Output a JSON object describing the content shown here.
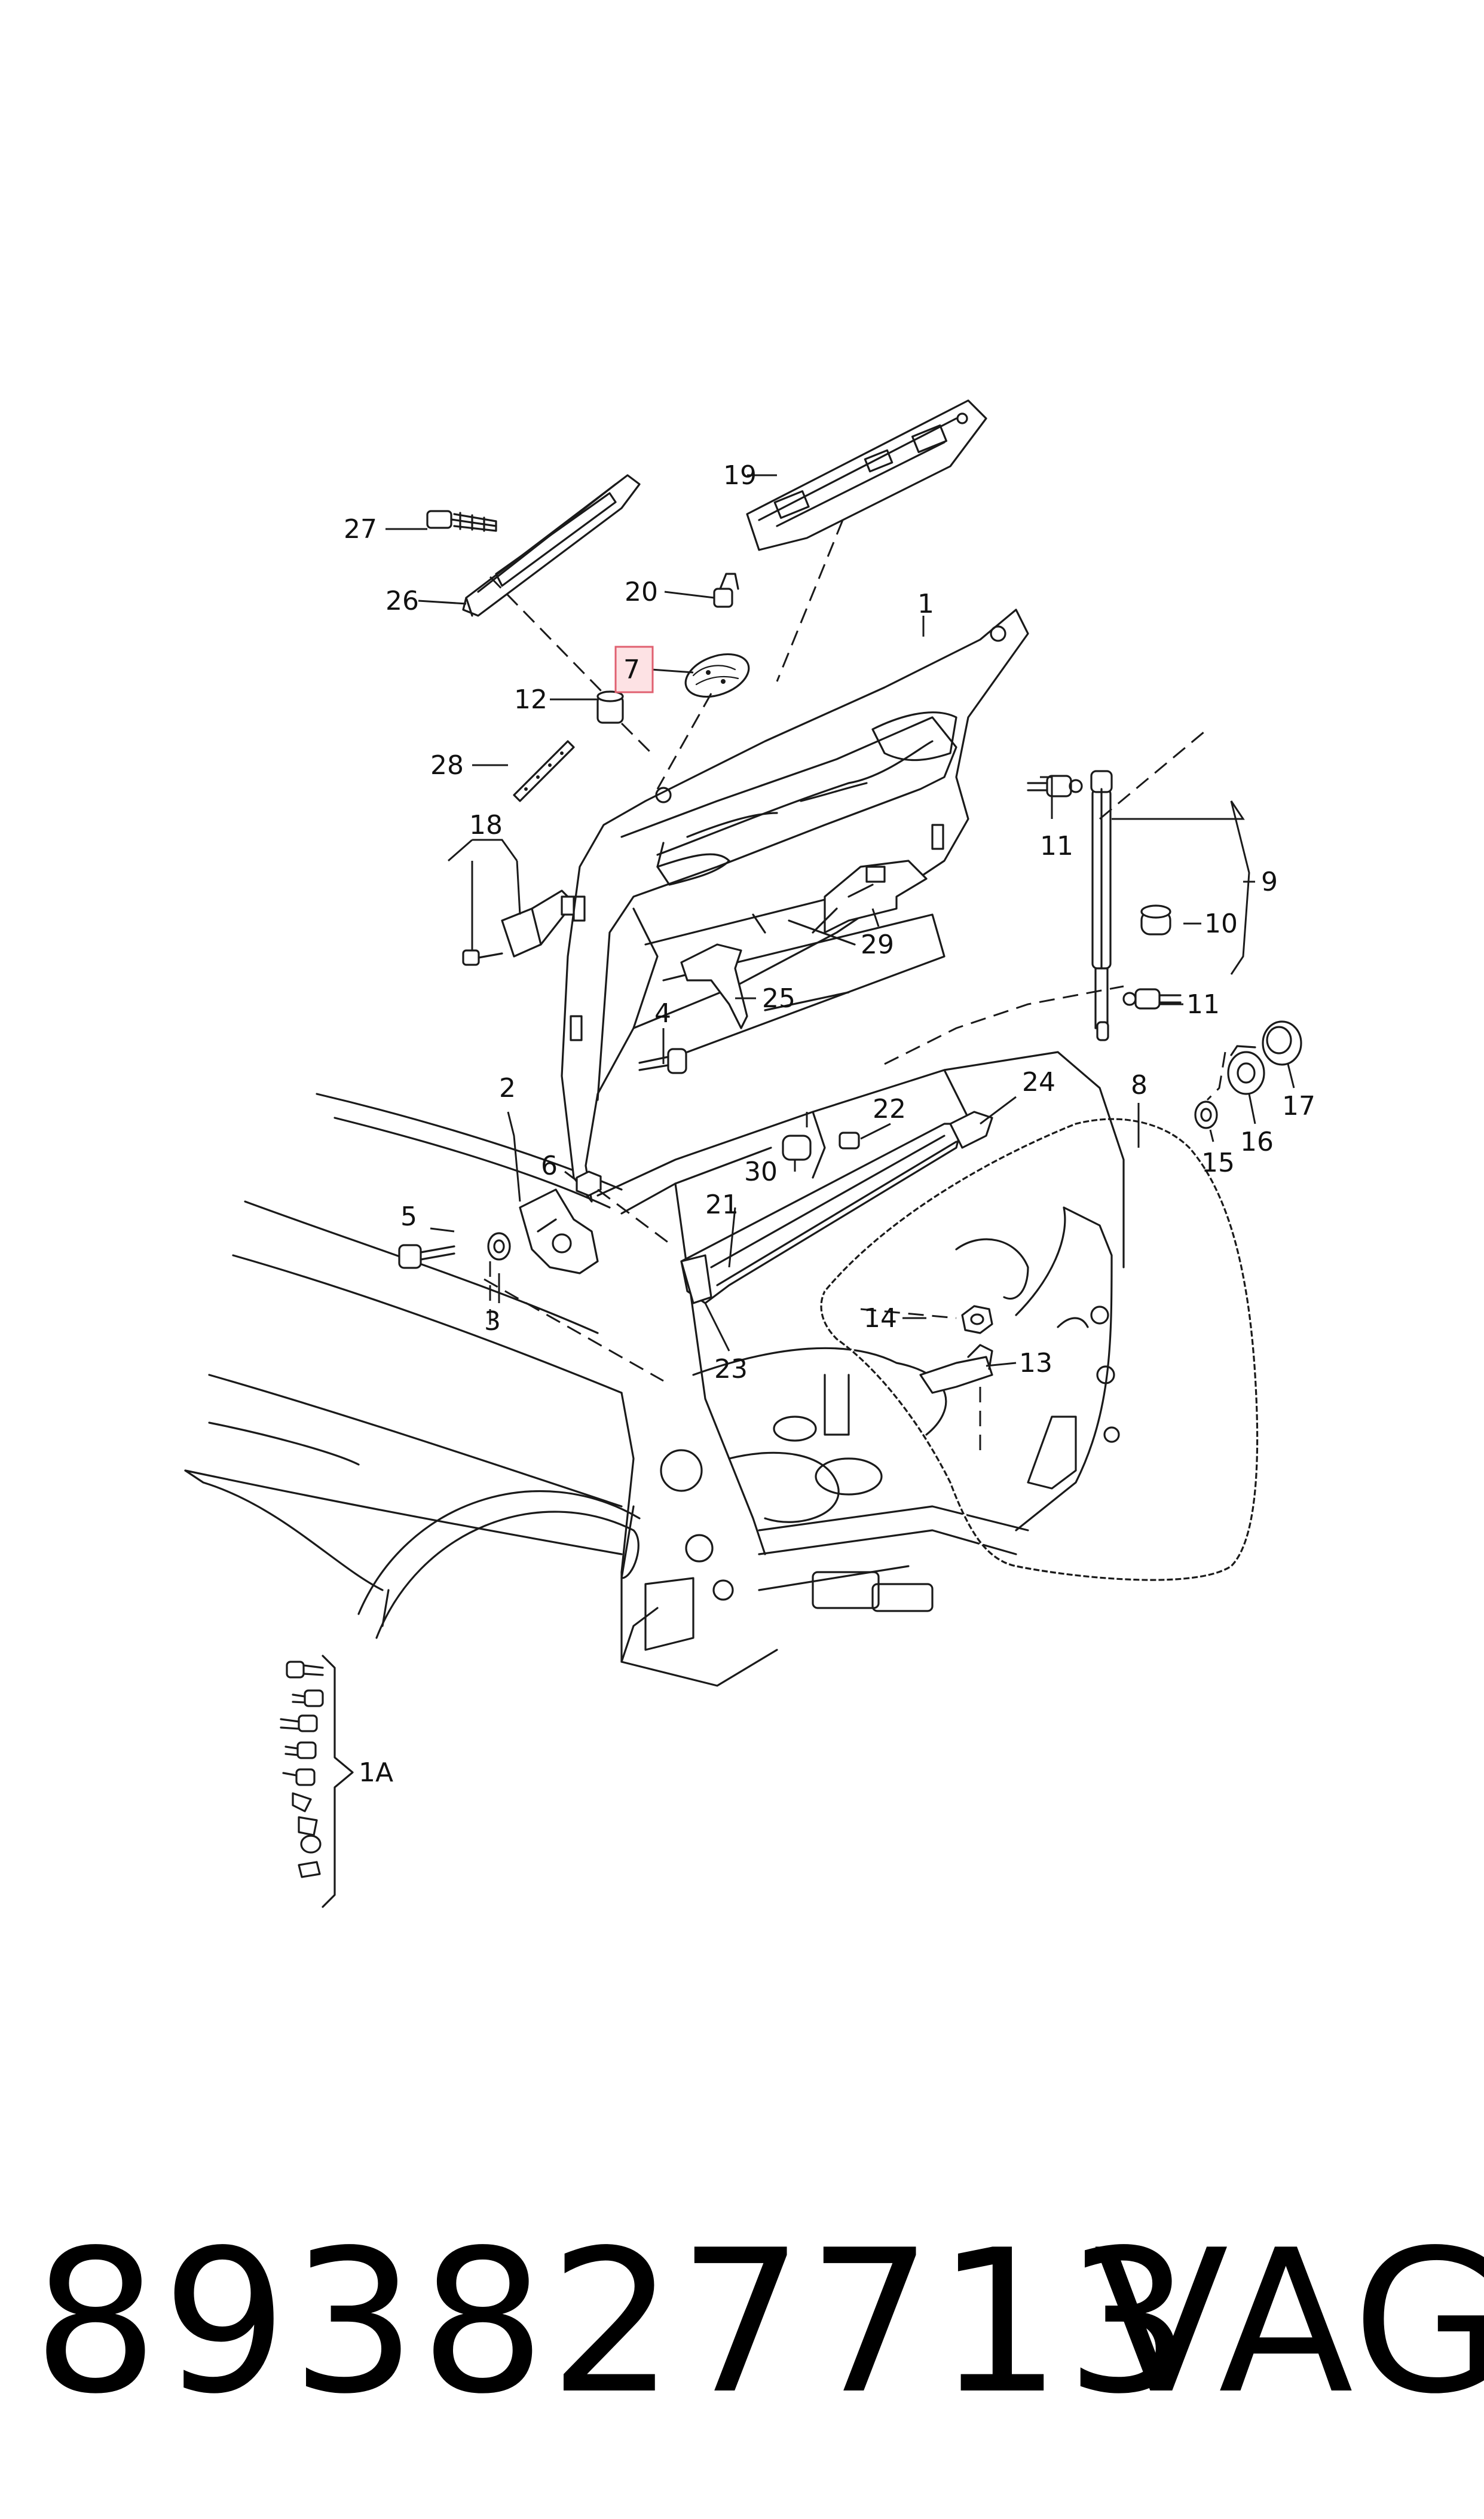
{
  "diagram": {
    "callouts": {
      "c1": "1",
      "c2": "2",
      "c3": "3",
      "c4": "4",
      "c5": "5",
      "c6": "6",
      "c7": "7",
      "c8": "8",
      "c9": "9",
      "c10": "10",
      "c11a": "11",
      "c11b": "11",
      "c12": "12",
      "c13": "13",
      "c14": "14",
      "c15": "15",
      "c16": "16",
      "c17": "17",
      "c18": "18",
      "c19": "19",
      "c20": "20",
      "c21": "21",
      "c22": "22",
      "c23": "23",
      "c24": "24",
      "c25": "25",
      "c26": "26",
      "c27": "27",
      "c28": "28",
      "c29": "29",
      "c30": "30",
      "c1a": "1A"
    },
    "highlighted_callout": "7",
    "highlight_color": "#fde2e4",
    "highlight_border": "#e06070"
  },
  "footer": {
    "part_number": "893827713",
    "brand": "VAG"
  }
}
